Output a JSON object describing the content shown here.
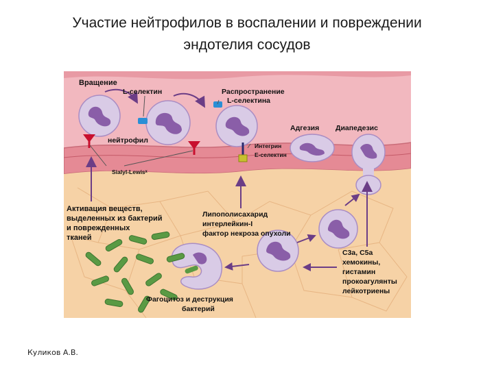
{
  "slide": {
    "title_line1": "Участие нейтрофилов в воспалении и повреждении",
    "title_line2": "эндотелия сосудов",
    "author": "Куликов А.В."
  },
  "diagram": {
    "labels": {
      "rotation": "Вращение",
      "l_selectin": "L-селектин",
      "spread_line1": "Распространение",
      "spread_line2": "L-селектина",
      "adhesion": "Адгезия",
      "diapedesis": "Диапедезис",
      "neutrophil": "нейтрофил",
      "integrin": "Интегрин",
      "e_selectin": "Е-селектин",
      "sialyl": "Sialyl-Lewisˣ",
      "activation_1": "Активация веществ,",
      "activation_2": "выделенных из бактерий",
      "activation_3": "и поврежденных",
      "activation_4": "тканей",
      "lps_1": "Липополисахарид",
      "lps_2": "интерлейкин-I",
      "lps_3": "фактор некроза опухоли",
      "c3a_1": "С3а, С5а",
      "c3a_2": "хемокины,",
      "c3a_3": "гистамин",
      "c3a_4": "прокоагулянты",
      "c3a_5": "лейкотриены",
      "phago_1": "Фагоцитоз и деструкция",
      "phago_2": "бактерий"
    },
    "colors": {
      "vessel": "#f2b8bf",
      "endothelium": "#e58a95",
      "tissue": "#f6d2a6",
      "cell": "#d9cbe6",
      "nucleus": "#8a5ea8",
      "bacteria": "#5a9a44",
      "arrow": "#6b3d86",
      "receptor_red": "#c8102e",
      "receptor_blue": "#2a8fd6"
    }
  }
}
